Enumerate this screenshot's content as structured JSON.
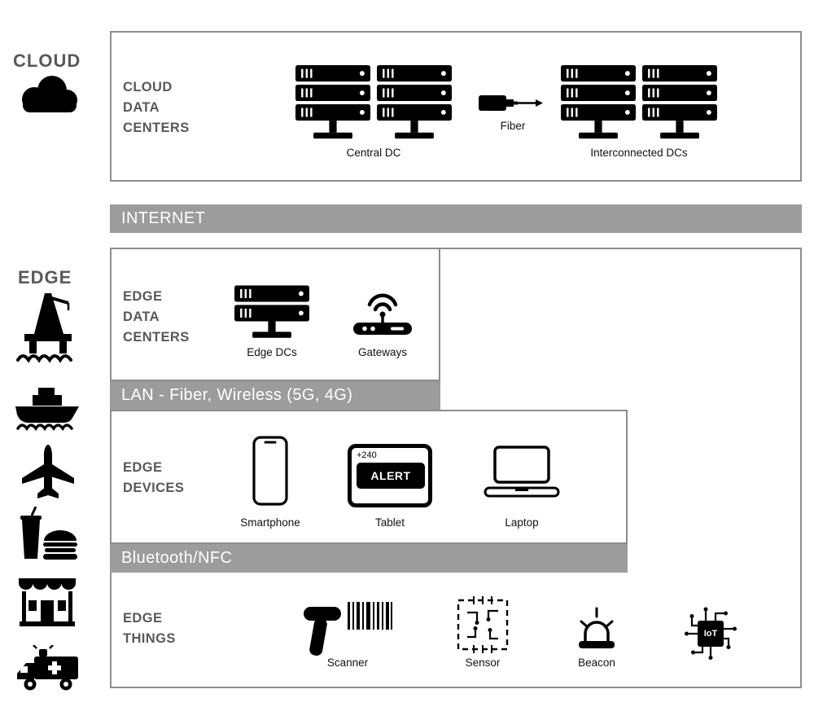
{
  "colors": {
    "bar_background": "#9c9c9c",
    "bar_text": "#ffffff",
    "box_border": "#8d8d8d",
    "heading_text": "#595959",
    "icon_color": "#000000"
  },
  "sidebar": {
    "cloud_label": "CLOUD",
    "edge_label": "EDGE"
  },
  "cloud_dc": {
    "title": "CLOUD\nDATA\nCENTERS",
    "central_dc_caption": "Central DC",
    "fiber_caption": "Fiber",
    "interconnected_caption": "Interconnected DCs"
  },
  "bars": {
    "internet": "INTERNET",
    "lan": "LAN - Fiber, Wireless (5G, 4G)",
    "bluetooth": "Bluetooth/NFC"
  },
  "edge_dc": {
    "title": "EDGE\nDATA\nCENTERS",
    "edge_dcs_caption": "Edge DCs",
    "gateways_caption": "Gateways"
  },
  "edge_devices": {
    "title": "EDGE\nDEVICES",
    "smartphone_caption": "Smartphone",
    "tablet_caption": "Tablet",
    "laptop_caption": "Laptop",
    "tablet_screen": {
      "counter": "+240",
      "alert": "ALERT"
    }
  },
  "edge_things": {
    "title": "EDGE\nTHINGS",
    "scanner_caption": "Scanner",
    "sensor_caption": "Sensor",
    "beacon_caption": "Beacon",
    "iot_label": "IoT"
  }
}
